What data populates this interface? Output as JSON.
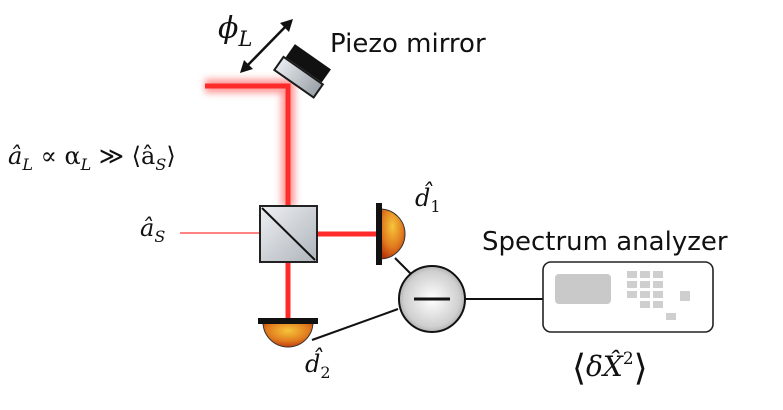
{
  "labels": {
    "phase": "ϕ",
    "phase_sub": "L",
    "piezo": "Piezo mirror",
    "lo_a": "â",
    "lo_a_sub": "L",
    "lo_rel": " ∝ α",
    "lo_alpha_sub": "L",
    "lo_gg": " ≫ ⟨â",
    "lo_s_sub": "S",
    "lo_close": "⟩",
    "signal_a": "â",
    "signal_sub": "S",
    "det1": "d̂",
    "det1_sub": "1",
    "det2": "d̂",
    "det2_sub": "2",
    "analyzer": "Spectrum analyzer",
    "measure_open": "⟨",
    "measure_delta": "δ",
    "measure_x": "X̂",
    "measure_sup": "2",
    "measure_close": "⟩"
  },
  "colors": {
    "laser": "#ff2a2a",
    "laser_glow": "#ffb3b3",
    "signal": "#ff7070",
    "detector_dark": "#c43a0a",
    "detector_light": "#f6c53a",
    "mirror_frame": "#1a1a1a",
    "beamsplitter": "#d9dde2",
    "analyzer_screen": "#c9c9c9"
  }
}
